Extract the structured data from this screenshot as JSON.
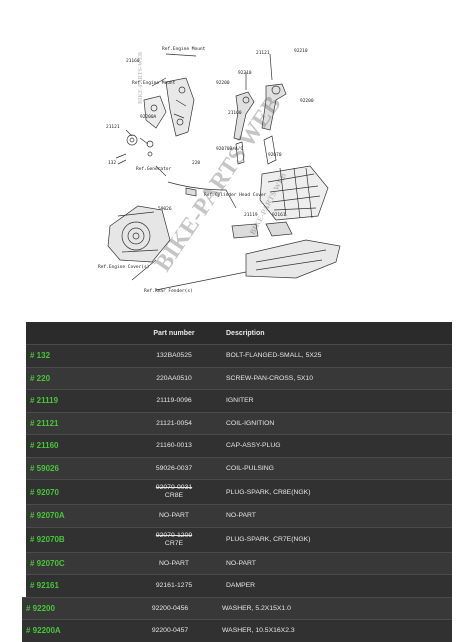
{
  "diagram": {
    "labels": {
      "ref_engine_mount_top": "Ref.Engine Mount",
      "ref_engine_mount_left": "Ref.Engine Mount",
      "ref_generator": "Ref.Generator",
      "ref_cylinder_head_cover": "Ref.Cylinder Head Cover",
      "ref_engine_cover": "Ref.Engine Cover(s)",
      "ref_rear_fender": "Ref.Rear Fender(s)",
      "n21121a": "21121",
      "n21121b": "21121",
      "n21160a": "21160",
      "n21160b": "21160",
      "n92210": "92210",
      "n92200": "92200",
      "n92200a": "92200A",
      "n92070": "92070",
      "n92070b": "92070B/A/C",
      "n132": "132",
      "n220": "220",
      "n21119": "21119",
      "n92161": "92161",
      "n59026": "59026",
      "n92200b": "92200",
      "n92210b": "92210"
    },
    "watermark_main": "BIKE-PARTS WEB",
    "watermark_side": "BIKE-PARTS WEB",
    "watermark_small": "BIKE-PARTS-WEB"
  },
  "table": {
    "headers": [
      "",
      "Part number",
      "Description"
    ],
    "rows": [
      {
        "ref": "# 132",
        "part": "132BA0525",
        "desc": "BOLT-FLANGED-SMALL, 5X25"
      },
      {
        "ref": "# 220",
        "part": "220AA0510",
        "desc": "SCREW-PAN-CROSS, 5X10"
      },
      {
        "ref": "# 21119",
        "part": "21119-0096",
        "desc": "IGNITER"
      },
      {
        "ref": "# 21121",
        "part": "21121-0054",
        "desc": "COIL-IGNITION"
      },
      {
        "ref": "# 21160",
        "part": "21160-0013",
        "desc": "CAP-ASSY-PLUG"
      },
      {
        "ref": "# 59026",
        "part": "59026-0037",
        "desc": "COIL-PULSING"
      },
      {
        "ref": "# 92070",
        "part": "92070-0031",
        "part2": "CR8E",
        "desc": "PLUG-SPARK, CR8E(NGK)"
      },
      {
        "ref": "# 92070A",
        "part": "NO-PART",
        "desc": "NO-PART"
      },
      {
        "ref": "# 92070B",
        "part": "92070-1209",
        "part2": "CR7E",
        "desc": "PLUG-SPARK, CR7E(NGK)"
      },
      {
        "ref": "# 92070C",
        "part": "NO-PART",
        "desc": "NO-PART"
      },
      {
        "ref": "# 92161",
        "part": "92161-1275",
        "desc": "DAMPER"
      },
      {
        "ref": "# 92200",
        "part": "92200-0456",
        "desc": "WASHER, 5.2X15X1.0"
      },
      {
        "ref": "# 92200A",
        "part": "92200-0457",
        "desc": "WASHER, 10.5X16X2.3"
      }
    ]
  }
}
